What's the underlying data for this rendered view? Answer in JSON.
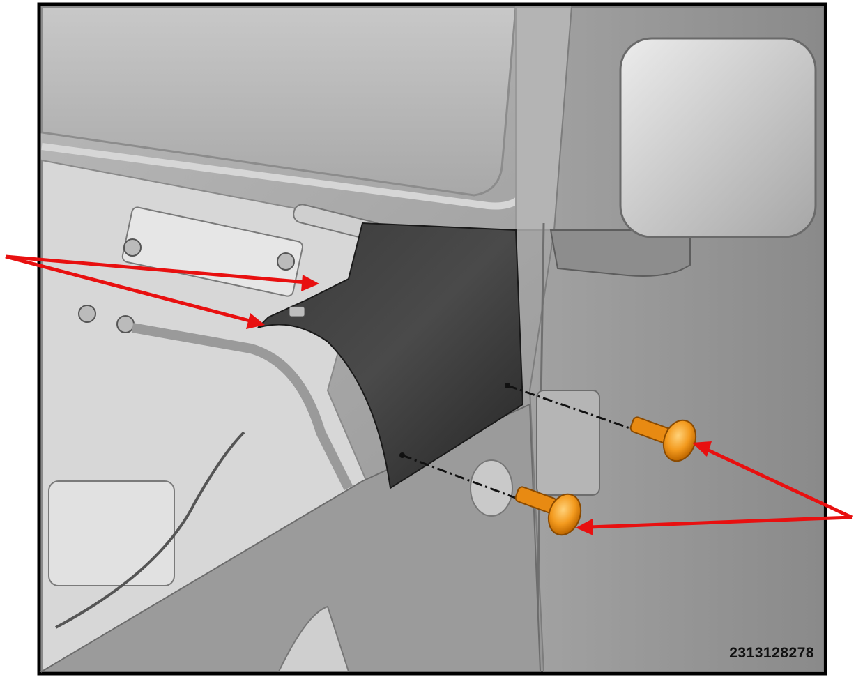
{
  "figure": {
    "id_label": "2313128278"
  },
  "colors": {
    "frame": "#000000",
    "background_gray": "#a9a9a9",
    "body_gray": "#9a9a9a",
    "trim_black": "#2b2b2b",
    "screw_orange": "#f39a1e",
    "arrow_red": "#e81010"
  },
  "callouts": [
    {
      "target": "upper-trim-clip"
    },
    {
      "target": "lower-trim-clip"
    },
    {
      "target": "upper-screw"
    },
    {
      "target": "lower-screw"
    }
  ]
}
